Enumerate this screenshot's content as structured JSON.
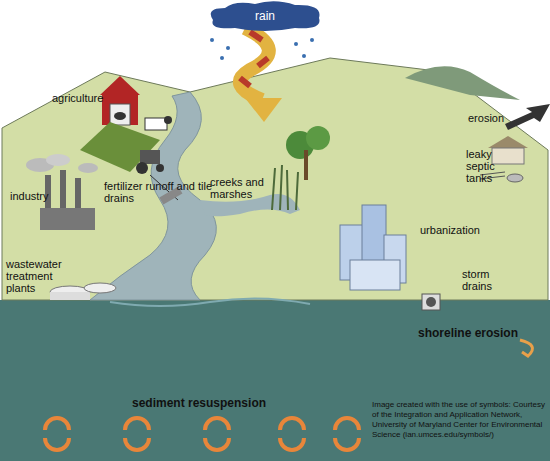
{
  "diagram": {
    "nodes": [
      {
        "text": [
          "rain"
        ]
      }
    ],
    "labels": [
      "agriculture",
      "industry",
      "fertilizer runoff and tile drains",
      "wastewater treatment plants",
      "creeks and marshes",
      "erosion",
      "leaky septic tanks",
      "urbanization",
      "storm drains",
      "shoreline erosion",
      "sediment resuspension",
      "Image created with the use of symbols: Courtesy of the Integration and Application Network, University of Maryland Center for Environmental Science (ian.umces.edu/symbols/)"
    ]
  }
}
